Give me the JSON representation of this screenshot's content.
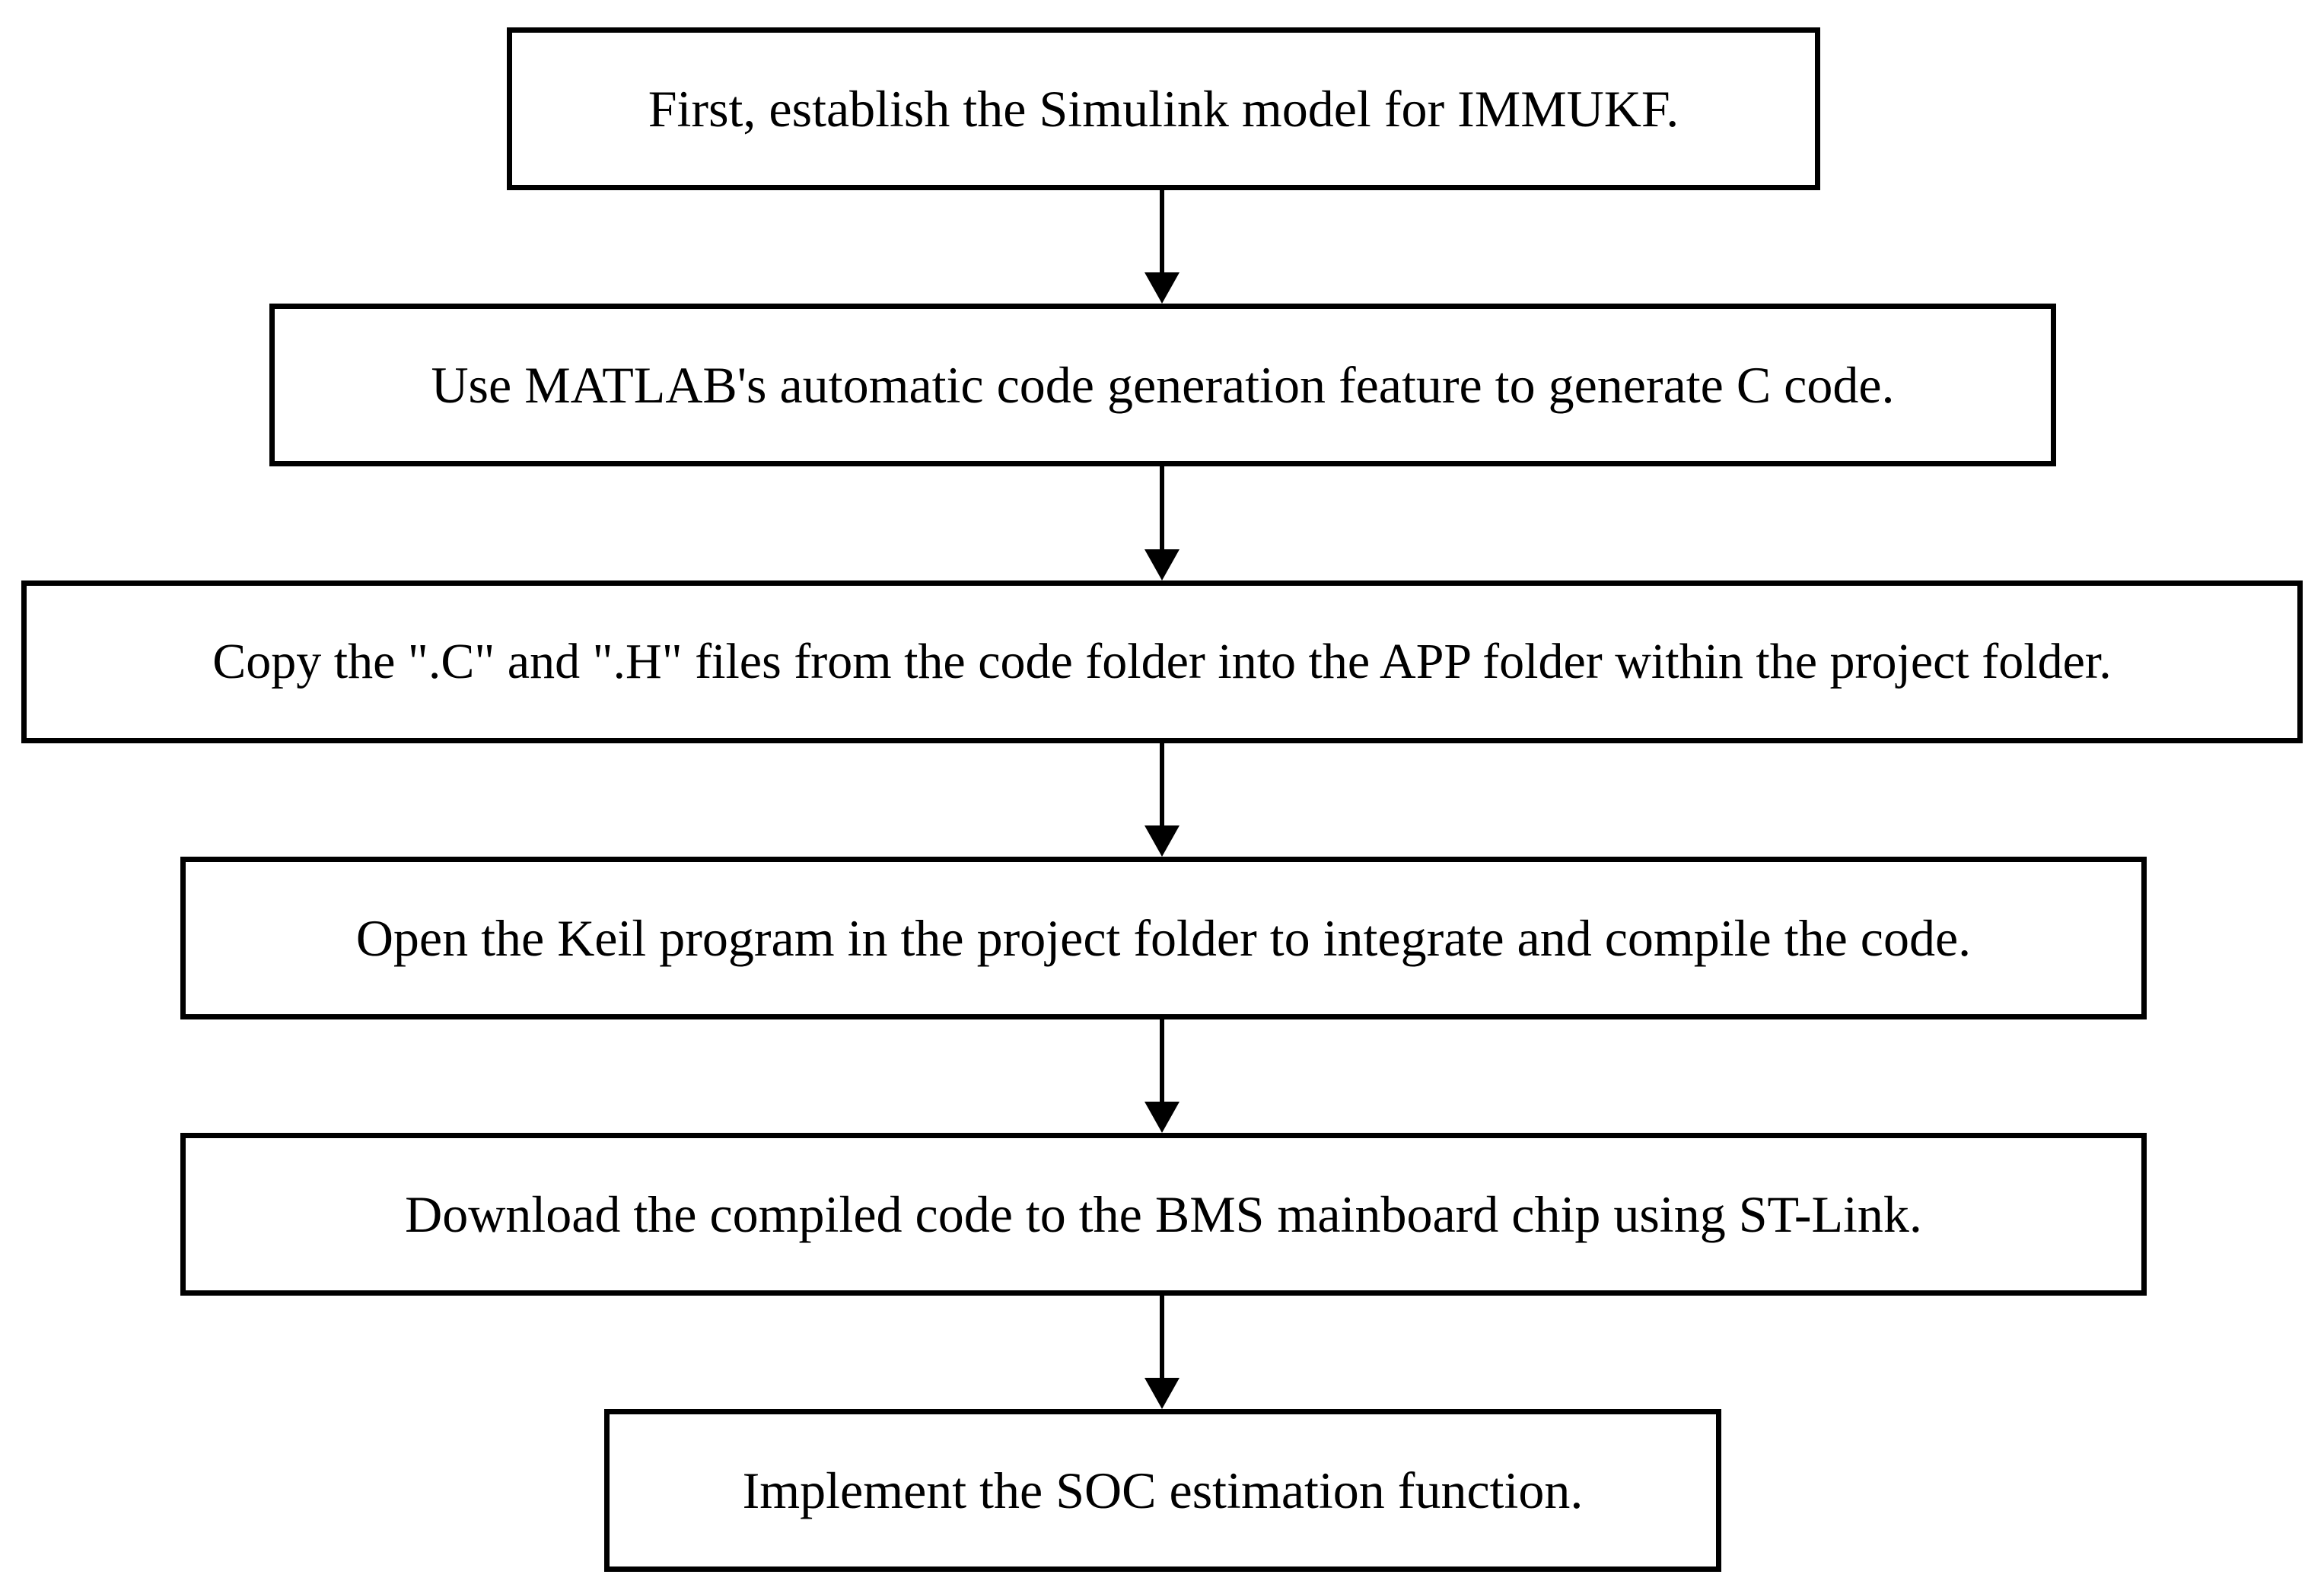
{
  "flowchart": {
    "steps": [
      {
        "id": "step-1",
        "text": "First, establish the Simulink model for IMMUKF."
      },
      {
        "id": "step-2",
        "text": "Use MATLAB's automatic code generation feature to generate C code."
      },
      {
        "id": "step-3",
        "text": "Copy the \".C\" and \".H\" files from the code folder into the APP folder within the project folder."
      },
      {
        "id": "step-4",
        "text": "Open the Keil program in the project folder to integrate and compile the code."
      },
      {
        "id": "step-5",
        "text": "Download the compiled code to the BMS mainboard chip using ST-Link."
      },
      {
        "id": "step-6",
        "text": "Implement the SOC estimation function."
      }
    ],
    "connections": [
      {
        "from": "step-1",
        "to": "step-2"
      },
      {
        "from": "step-2",
        "to": "step-3"
      },
      {
        "from": "step-3",
        "to": "step-4"
      },
      {
        "from": "step-4",
        "to": "step-5"
      },
      {
        "from": "step-5",
        "to": "step-6"
      }
    ],
    "colors": {
      "stroke": "#000000",
      "fill": "#ffffff",
      "text": "#000000"
    }
  }
}
